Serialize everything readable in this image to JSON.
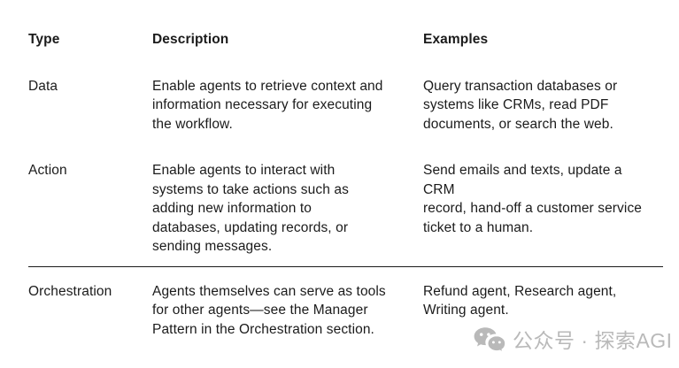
{
  "table": {
    "headers": [
      {
        "label": "Type"
      },
      {
        "label": "Description"
      },
      {
        "label": "Examples"
      }
    ],
    "rows": [
      {
        "type": "Data",
        "description": "Enable agents to retrieve context and\ninformation necessary for executing\nthe workflow.",
        "examples": "Query transaction databases or\nsystems like CRMs, read PDF\ndocuments, or search the web."
      },
      {
        "type": "Action",
        "description": "Enable agents to interact with\nsystems to take actions such as\nadding new information to\ndatabases, updating records, or\nsending messages.",
        "examples": "Send emails and texts, update a CRM\nrecord, hand-off a customer service\nticket to a human."
      },
      {
        "type": "Orchestration",
        "description": "Agents themselves can serve as tools\nfor other agents—see the Manager\nPattern in the Orchestration section.",
        "examples": "Refund agent, Research agent,\nWriting agent."
      }
    ]
  },
  "watermark": {
    "icon": "wechat-icon",
    "text": "公众号 · 探索AGI"
  },
  "colors": {
    "background": "#ffffff",
    "text": "#1b1b1b",
    "divider": "#1b1b1b",
    "watermark": "#b9b9b9"
  }
}
